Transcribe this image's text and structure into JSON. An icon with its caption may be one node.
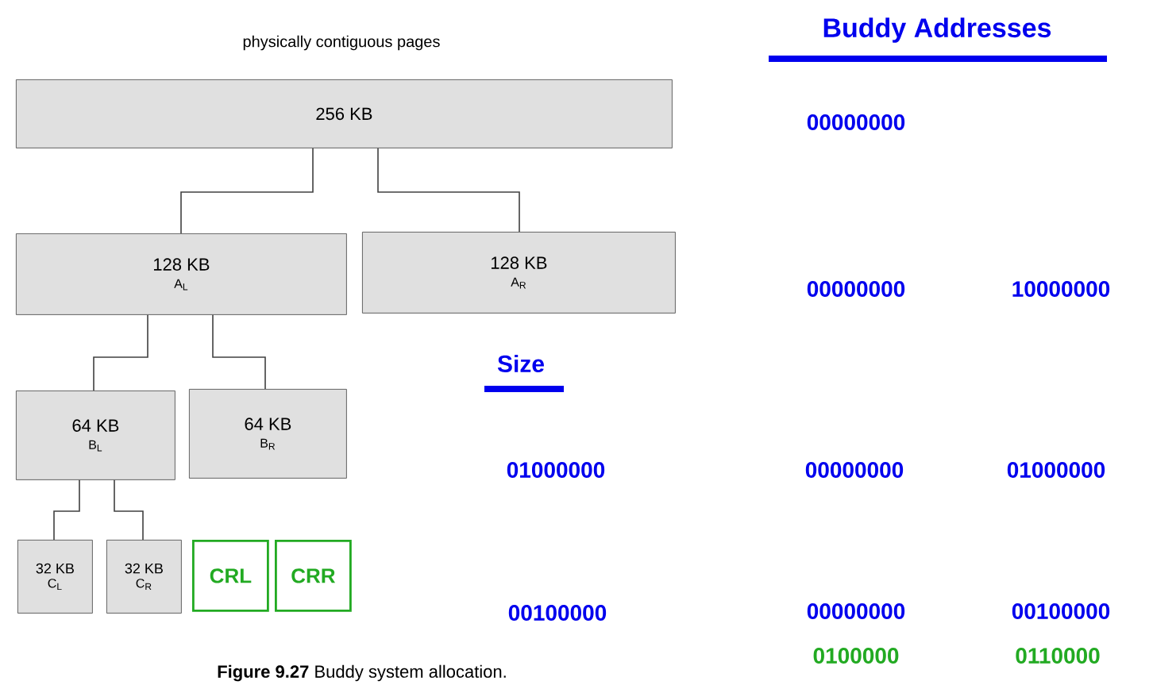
{
  "diagram": {
    "caption": "**Figure 9.27** Buddy system allocation.",
    "nodes": [
      {
        "text": [
          "256 KB"
        ]
      },
      {
        "text": [
          "128 KB",
          "A$_{L}$"
        ]
      },
      {
        "text": [
          "128 KB",
          "A$_{R}$"
        ]
      },
      {
        "text": [
          "64 KB",
          "B$_{L}$"
        ]
      },
      {
        "text": [
          "64 KB",
          "B$_{R}$"
        ]
      },
      {
        "text": [
          "32 KB",
          "C$_{L}$"
        ]
      },
      {
        "text": [
          "32 KB",
          "C$_{R}$"
        ]
      },
      {
        "text": [
          "CRL"
        ]
      },
      {
        "text": [
          "CRR"
        ]
      }
    ],
    "edges": [
      {
        "from": 0,
        "to": 1,
        "arrow": "none"
      },
      {
        "from": 0,
        "to": 2,
        "arrow": "none"
      },
      {
        "from": 1,
        "to": 3,
        "arrow": "none"
      },
      {
        "from": 1,
        "to": 4,
        "arrow": "none"
      },
      {
        "from": 3,
        "to": 5,
        "arrow": "none"
      },
      {
        "from": 3,
        "to": 6,
        "arrow": "none"
      }
    ],
    "labels": [
      "physically contiguous pages",
      "Buddy Addresses",
      "00000000",
      "00000000",
      "10000000",
      "Size",
      "01000000",
      "00000000",
      "01000000",
      "00100000",
      "00000000",
      "00100000",
      "0100000",
      "0110000"
    ]
  }
}
